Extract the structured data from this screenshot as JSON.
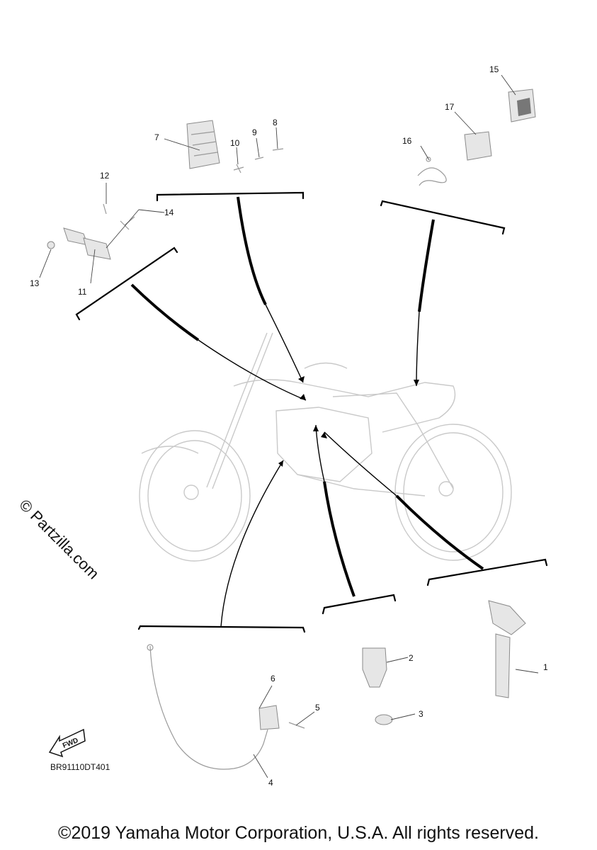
{
  "watermark": "© Partzilla.com",
  "diagram_code": "BR91110DT401",
  "fwd_badge": "FWD",
  "copyright": "©2019 Yamaha Motor Corporation, U.S.A. All rights reserved.",
  "callouts": [
    "1",
    "2",
    "3",
    "4",
    "5",
    "6",
    "7",
    "8",
    "9",
    "10",
    "11",
    "12",
    "13",
    "14",
    "15",
    "16",
    "17"
  ]
}
